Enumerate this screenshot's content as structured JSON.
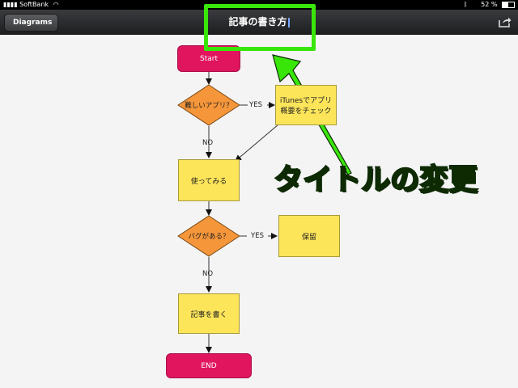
{
  "status_bar": {
    "carrier": "SoftBank",
    "battery": "52 %",
    "battery_level": 0.52
  },
  "nav": {
    "back_label": "Diagrams",
    "title": "記事の書き方"
  },
  "flowchart": {
    "start": "Start",
    "q1": "難しいアプリ？",
    "q1_yes": "YES",
    "q1_no": "NO",
    "check_line1": "iTunesでアプリ",
    "check_line2": "概要をチェック",
    "try": "使ってみる",
    "q2": "バグがある？",
    "q2_yes": "YES",
    "q2_no": "NO",
    "hold": "保留",
    "write": "記事を書く",
    "end": "END"
  },
  "annotation": {
    "text": "タイトルの変更"
  },
  "colors": {
    "highlight": "#39e60a",
    "terminal": "#e0155e",
    "process": "#fde55a",
    "decision": "#f5963a"
  }
}
